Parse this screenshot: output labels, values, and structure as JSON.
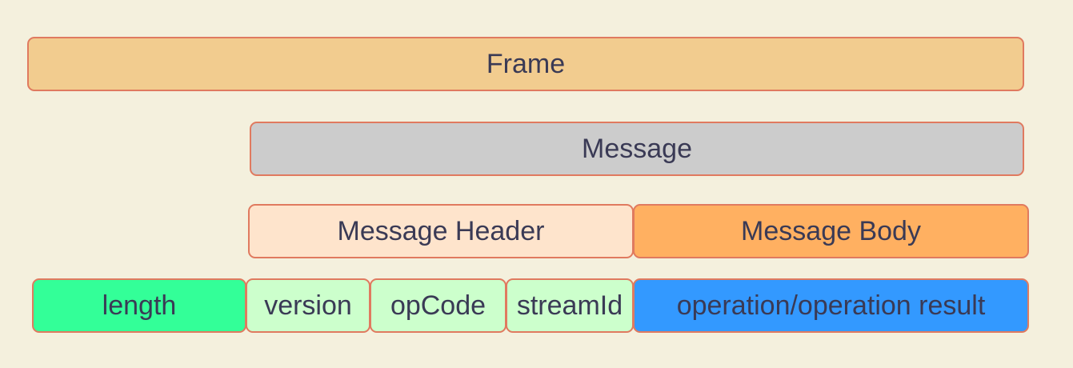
{
  "diagram": {
    "frame": {
      "label": "Frame",
      "color": "#f2cc8f"
    },
    "message": {
      "label": "Message",
      "color": "#cccccc"
    },
    "message_header": {
      "label": "Message Header",
      "color": "#fee4cc"
    },
    "message_body": {
      "label": "Message Body",
      "color": "#ffb061"
    },
    "fields": {
      "length": {
        "label": "length",
        "color": "#33ff98"
      },
      "version": {
        "label": "version",
        "color": "#ccffcc"
      },
      "opcode": {
        "label": "opCode",
        "color": "#ccffcc"
      },
      "stream_id": {
        "label": "streamId",
        "color": "#ccffcc"
      },
      "operation": {
        "label": "operation/operation result",
        "color": "#3399ff"
      }
    },
    "border_color": "#e07a5f",
    "text_color": "#3a3a55",
    "background_color": "#f4f0dd"
  }
}
